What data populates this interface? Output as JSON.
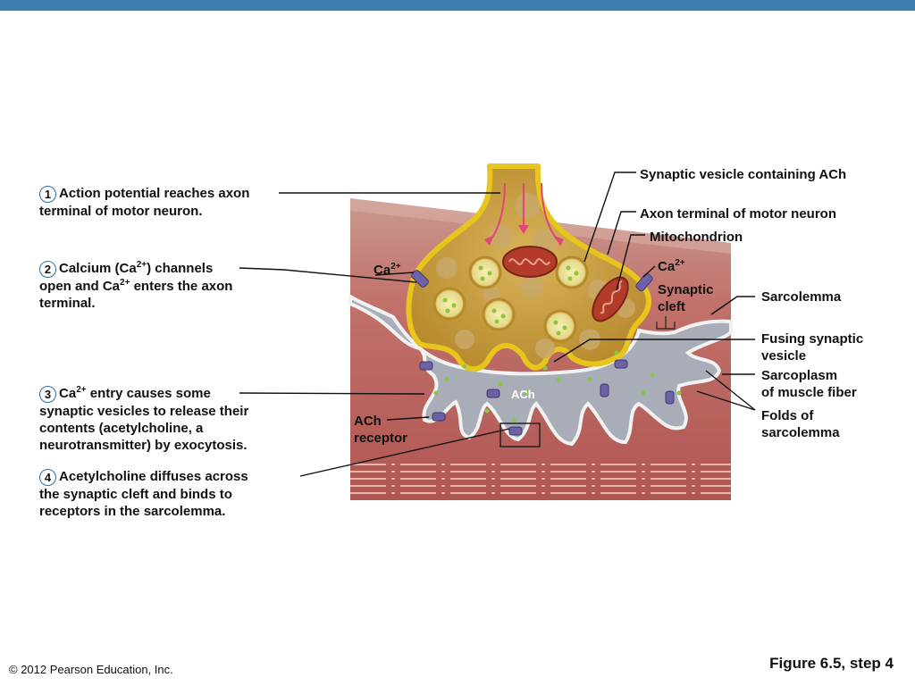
{
  "steps": [
    {
      "number": "1",
      "line1": "Action potential reaches axon",
      "line2": "terminal of motor neuron."
    },
    {
      "number": "2",
      "line1a": "Calcium (Ca",
      "line1sup": "2+",
      "line1b": ") channels",
      "line2a": "open and Ca",
      "line2sup": "2+",
      "line2b": " enters the axon",
      "line3": "terminal."
    },
    {
      "number": "3",
      "line1a": "Ca",
      "line1sup": "2+",
      "line1b": " entry causes some",
      "line2": "synaptic vesicles to release their",
      "line3": "contents (acetylcholine, a",
      "line4": "neurotransmitter) by exocytosis."
    },
    {
      "number": "4",
      "line1": "Acetylcholine diffuses across",
      "line2": "the synaptic cleft and binds to",
      "line3": "receptors in the sarcolemma."
    }
  ],
  "labels": {
    "synaptic_vesicle": "Synaptic vesicle containing ACh",
    "axon_terminal": "Axon terminal of motor neuron",
    "mitochondrion": "Mitochondrion",
    "ca_left": "Ca",
    "ca_left_sup": "2+",
    "ca_right": "Ca",
    "ca_right_sup": "2+",
    "synaptic_cleft_1": "Synaptic",
    "synaptic_cleft_2": "cleft",
    "sarcolemma": "Sarcolemma",
    "fusing_1": "Fusing synaptic",
    "fusing_2": "vesicle",
    "sarcoplasm_1": "Sarcoplasm",
    "sarcoplasm_2": "of muscle fiber",
    "folds_1": "Folds of",
    "folds_2": "sarcolemma",
    "ach_receptor_1": "ACh",
    "ach_receptor_2": "receptor",
    "ach_inside": "ACh"
  },
  "footer": {
    "copyright": "© 2012 Pearson Education, Inc.",
    "figure": "Figure 6.5, step 4"
  },
  "colors": {
    "header_bar": "#3f7fae",
    "axon_fill": "#d9b53a",
    "axon_border": "#e8c51c",
    "muscle": "#b9625a",
    "cleft": "#a8adb8",
    "step_circle": "#2d6ca2"
  }
}
